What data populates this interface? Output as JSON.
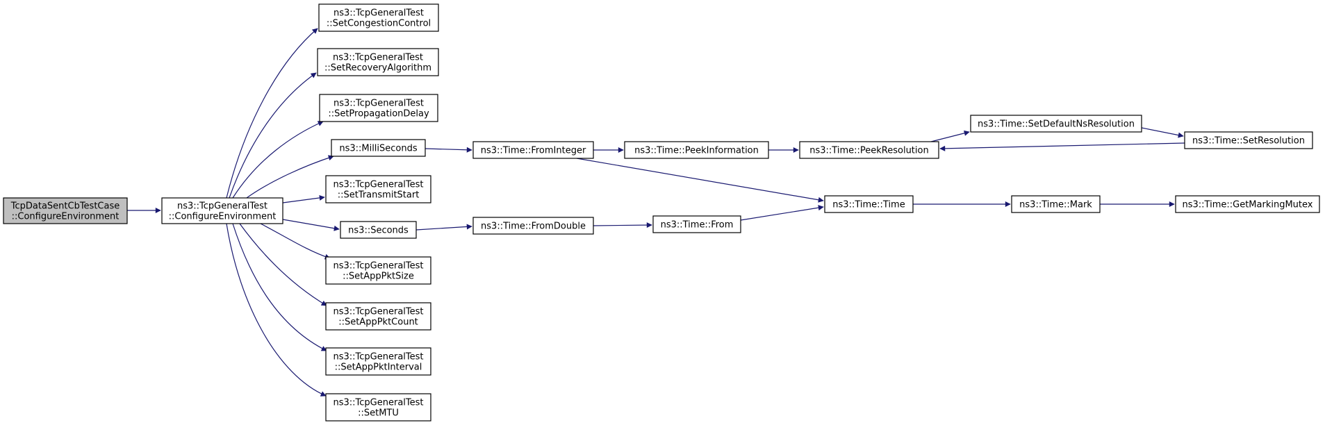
{
  "colors": {
    "edge": "#191970",
    "node_border": "#000000",
    "node_fill": "#ffffff",
    "root_fill": "#bfbfbf"
  },
  "nodes": [
    {
      "id": "root",
      "lines": [
        "TcpDataSentCbTestCase",
        "::ConfigureEnvironment"
      ],
      "highlight": true
    },
    {
      "id": "configure",
      "lines": [
        "ns3::TcpGeneralTest",
        "::ConfigureEnvironment"
      ]
    },
    {
      "id": "setcc",
      "lines": [
        "ns3::TcpGeneralTest",
        "::SetCongestionControl"
      ]
    },
    {
      "id": "setrecovery",
      "lines": [
        "ns3::TcpGeneralTest",
        "::SetRecoveryAlgorithm"
      ]
    },
    {
      "id": "setprop",
      "lines": [
        "ns3::TcpGeneralTest",
        "::SetPropagationDelay"
      ]
    },
    {
      "id": "millis",
      "lines": [
        "ns3::MilliSeconds"
      ]
    },
    {
      "id": "settxstart",
      "lines": [
        "ns3::TcpGeneralTest",
        "::SetTransmitStart"
      ]
    },
    {
      "id": "seconds",
      "lines": [
        "ns3::Seconds"
      ]
    },
    {
      "id": "setpktsize",
      "lines": [
        "ns3::TcpGeneralTest",
        "::SetAppPktSize"
      ]
    },
    {
      "id": "setpktcount",
      "lines": [
        "ns3::TcpGeneralTest",
        "::SetAppPktCount"
      ]
    },
    {
      "id": "setpktinterval",
      "lines": [
        "ns3::TcpGeneralTest",
        "::SetAppPktInterval"
      ]
    },
    {
      "id": "setmtu",
      "lines": [
        "ns3::TcpGeneralTest",
        "::SetMTU"
      ]
    },
    {
      "id": "frominteger",
      "lines": [
        "ns3::Time::FromInteger"
      ]
    },
    {
      "id": "fromdouble",
      "lines": [
        "ns3::Time::FromDouble"
      ]
    },
    {
      "id": "peekinfo",
      "lines": [
        "ns3::Time::PeekInformation"
      ]
    },
    {
      "id": "from",
      "lines": [
        "ns3::Time::From"
      ]
    },
    {
      "id": "peekres",
      "lines": [
        "ns3::Time::PeekResolution"
      ]
    },
    {
      "id": "time",
      "lines": [
        "ns3::Time::Time"
      ]
    },
    {
      "id": "setdefault",
      "lines": [
        "ns3::Time::SetDefaultNsResolution"
      ]
    },
    {
      "id": "setres",
      "lines": [
        "ns3::Time::SetResolution"
      ]
    },
    {
      "id": "mark",
      "lines": [
        "ns3::Time::Mark"
      ]
    },
    {
      "id": "getmutex",
      "lines": [
        "ns3::Time::GetMarkingMutex"
      ]
    }
  ],
  "edges": [
    {
      "from": "root",
      "to": "configure"
    },
    {
      "from": "configure",
      "to": "setcc"
    },
    {
      "from": "configure",
      "to": "setrecovery"
    },
    {
      "from": "configure",
      "to": "setprop"
    },
    {
      "from": "configure",
      "to": "millis"
    },
    {
      "from": "configure",
      "to": "settxstart"
    },
    {
      "from": "configure",
      "to": "seconds"
    },
    {
      "from": "configure",
      "to": "setpktsize"
    },
    {
      "from": "configure",
      "to": "setpktcount"
    },
    {
      "from": "configure",
      "to": "setpktinterval"
    },
    {
      "from": "configure",
      "to": "setmtu"
    },
    {
      "from": "millis",
      "to": "frominteger"
    },
    {
      "from": "seconds",
      "to": "fromdouble"
    },
    {
      "from": "frominteger",
      "to": "peekinfo"
    },
    {
      "from": "frominteger",
      "to": "time"
    },
    {
      "from": "fromdouble",
      "to": "from"
    },
    {
      "from": "from",
      "to": "time"
    },
    {
      "from": "peekinfo",
      "to": "peekres"
    },
    {
      "from": "peekres",
      "to": "setdefault"
    },
    {
      "from": "setdefault",
      "to": "setres"
    },
    {
      "from": "setres",
      "to": "peekres"
    },
    {
      "from": "time",
      "to": "mark"
    },
    {
      "from": "mark",
      "to": "getmutex"
    }
  ]
}
